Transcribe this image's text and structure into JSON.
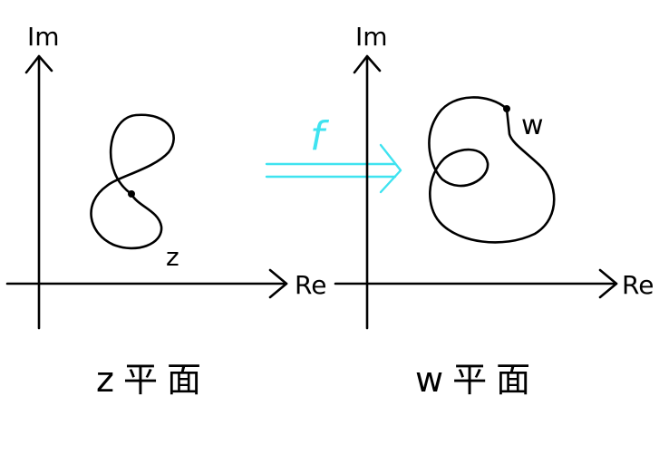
{
  "left_plane": {
    "axis_im": "Im",
    "axis_re": "Re",
    "point_label": "z",
    "caption": "z平面"
  },
  "right_plane": {
    "axis_im": "Im",
    "axis_re": "Re",
    "point_label": "w",
    "caption": "w平面"
  },
  "mapping": {
    "label": "f",
    "color": "#3fe3f0"
  },
  "colors": {
    "ink": "#000000"
  }
}
